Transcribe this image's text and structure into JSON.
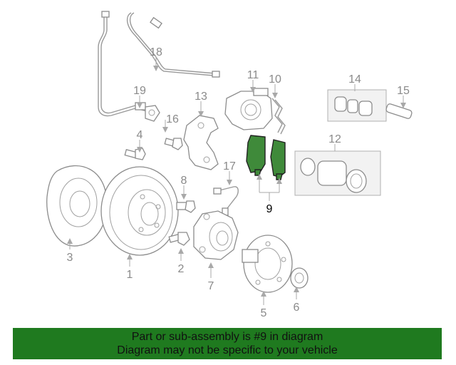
{
  "diagram": {
    "callouts": {
      "c1": "1",
      "c2": "2",
      "c3": "3",
      "c4": "4",
      "c5": "5",
      "c6": "6",
      "c7": "7",
      "c8": "8",
      "c9": "9",
      "c10": "10",
      "c11": "11",
      "c12": "12",
      "c13": "13",
      "c14": "14",
      "c15": "15",
      "c16": "16",
      "c17": "17",
      "c18": "18",
      "c19": "19"
    },
    "highlight_color": "#3f8a3a",
    "line_color": "#9a9a9a"
  },
  "banner": {
    "line1": "Part or sub-assembly is #9 in diagram",
    "line2": "Diagram may not be specific to your vehicle",
    "background": "#1f7a1f"
  }
}
